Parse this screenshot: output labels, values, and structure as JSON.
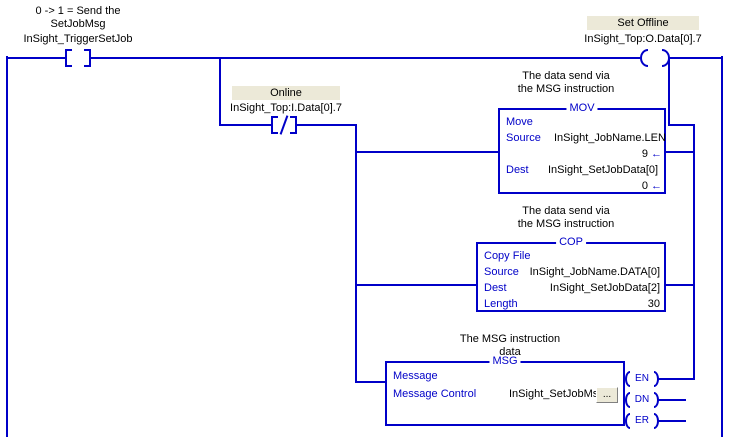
{
  "rung": {
    "trigger_contact": {
      "comment_line1": "0 -> 1 = Send the",
      "comment_line2": "SetJobMsg",
      "tag": "InSight_TriggerSetJob",
      "type": "XIC"
    },
    "online_contact": {
      "label": "Online",
      "tag": "InSight_Top:I.Data[0].7",
      "type": "XIO"
    },
    "set_offline_coil": {
      "label": "Set Offline",
      "tag": "InSight_Top:O.Data[0].7",
      "type": "OTE"
    },
    "mov_block": {
      "comment_line1": "The data send via",
      "comment_line2": "the MSG instruction",
      "title": "MOV",
      "name": "Move",
      "rows": [
        {
          "key": "Source",
          "value": "InSight_JobName.LEN",
          "operand": "9"
        },
        {
          "key": "Dest",
          "value": "InSight_SetJobData[0]",
          "operand": "0"
        }
      ]
    },
    "cop_block": {
      "comment_line1": "The data send via",
      "comment_line2": "the MSG instruction",
      "title": "COP",
      "name": "Copy File",
      "rows": [
        {
          "key": "Source",
          "value": "InSight_JobName.DATA[0]"
        },
        {
          "key": "Dest",
          "value": "InSight_SetJobData[2]"
        },
        {
          "key": "Length",
          "value": "30"
        }
      ]
    },
    "msg_block": {
      "comment_line1": "The MSG instruction",
      "comment_line2": "data",
      "title": "MSG",
      "name": "Message",
      "control_key": "Message Control",
      "control_value": "InSight_SetJobMsg",
      "browse_label": "...",
      "outputs": [
        "EN",
        "DN",
        "ER"
      ]
    }
  },
  "colors": {
    "wire": "#0000c8",
    "text": "#000000",
    "keyword": "#0000c8",
    "highlight": "#ece9d8",
    "background": "#ffffff"
  }
}
